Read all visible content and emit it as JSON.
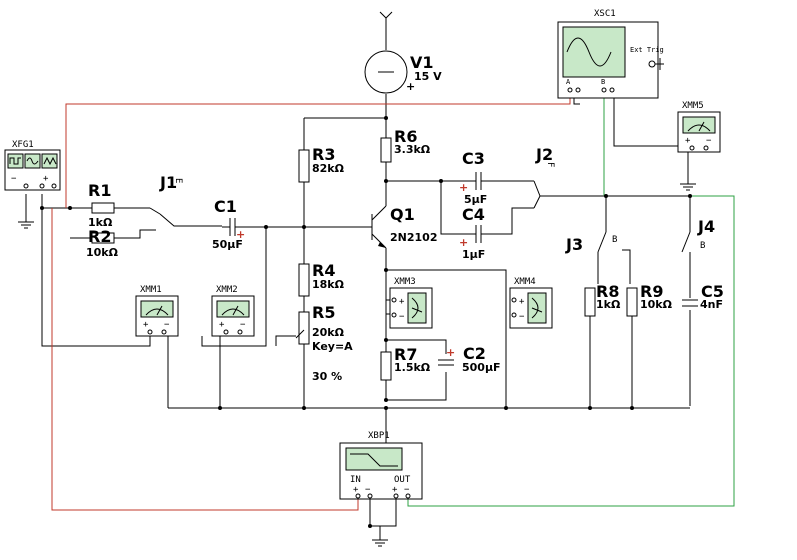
{
  "components": {
    "V1": {
      "ref": "V1",
      "value": "15 V",
      "plus": "+"
    },
    "XSC1": {
      "ref": "XSC1",
      "ext_trig": "Ext Trig",
      "ch_a": "A",
      "ch_b": "B"
    },
    "XMM5": {
      "ref": "XMM5"
    },
    "XFG1": {
      "ref": "XFG1"
    },
    "R1": {
      "ref": "R1",
      "value": "1kΩ"
    },
    "R2": {
      "ref": "R2",
      "value": "10kΩ"
    },
    "J1": {
      "ref": "J1",
      "key": "E"
    },
    "C1": {
      "ref": "C1",
      "value": "50µF"
    },
    "R3": {
      "ref": "R3",
      "value": "82kΩ"
    },
    "R6": {
      "ref": "R6",
      "value": "3.3kΩ"
    },
    "C3": {
      "ref": "C3",
      "value": "5µF"
    },
    "C4": {
      "ref": "C4",
      "value": "1µF"
    },
    "J2": {
      "ref": "J2",
      "key": "F"
    },
    "Q1": {
      "ref": "Q1",
      "value": "2N2102"
    },
    "R4": {
      "ref": "R4",
      "value": "18kΩ"
    },
    "R5": {
      "ref": "R5",
      "value": "20kΩ",
      "key": "Key=A",
      "percent": "30 %"
    },
    "XMM1": {
      "ref": "XMM1"
    },
    "XMM2": {
      "ref": "XMM2"
    },
    "XMM3": {
      "ref": "XMM3"
    },
    "XMM4": {
      "ref": "XMM4"
    },
    "R7": {
      "ref": "R7",
      "value": "1.5kΩ"
    },
    "C2": {
      "ref": "C2",
      "value": "500µF"
    },
    "J3": {
      "ref": "J3",
      "key": "B"
    },
    "R8": {
      "ref": "R8",
      "value": "1kΩ"
    },
    "R9": {
      "ref": "R9",
      "value": "10kΩ"
    },
    "J4": {
      "ref": "J4",
      "key": "B"
    },
    "C5": {
      "ref": "C5",
      "value": "4nF"
    },
    "XBP1": {
      "ref": "XBP1",
      "in": "IN",
      "out": "OUT"
    }
  },
  "terminal_signs": {
    "plus": "+",
    "minus": "−"
  },
  "wire_colors": {
    "default": "#000000",
    "red": "#c0392b",
    "green": "#2ea043"
  },
  "instrument_panel_color": "#c8e8c8"
}
